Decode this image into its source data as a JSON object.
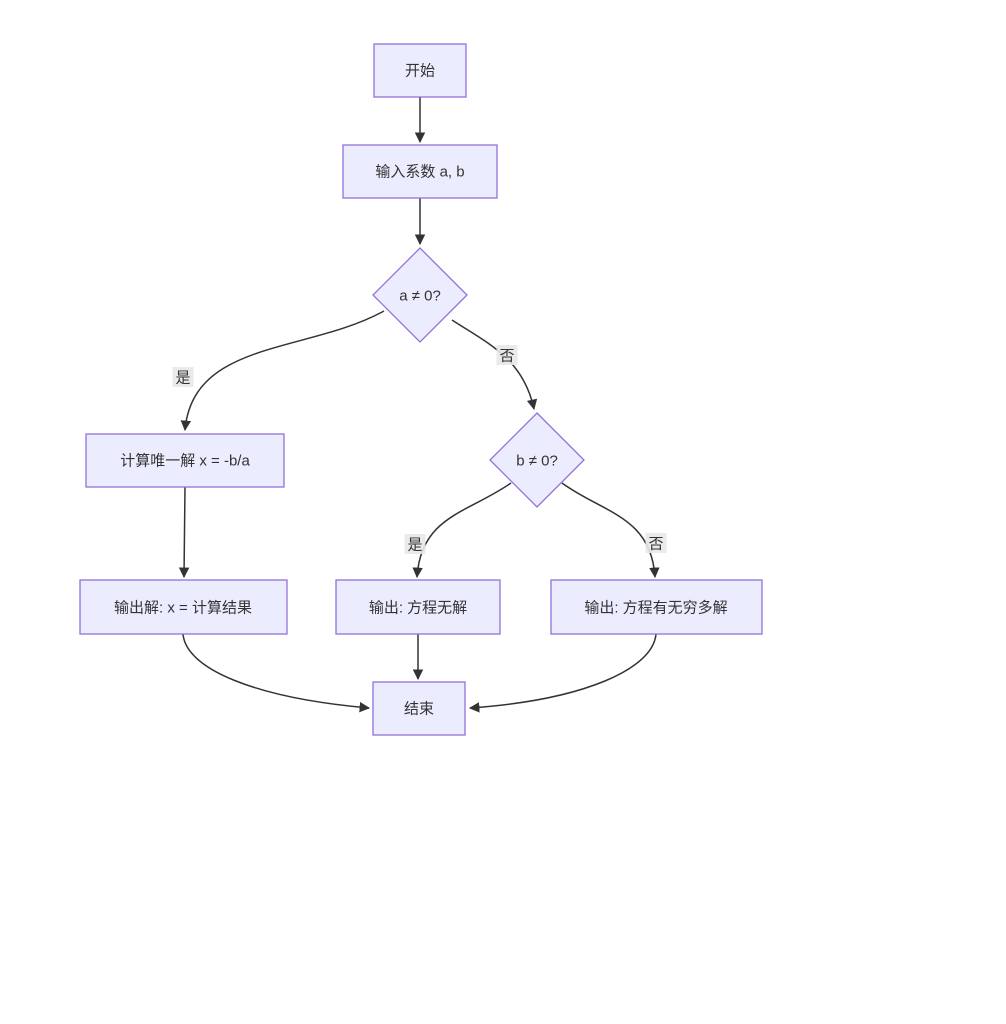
{
  "diagram": {
    "type": "flowchart",
    "direction": "top-down",
    "nodes": {
      "start": {
        "label": "开始",
        "shape": "rect"
      },
      "input": {
        "label": "输入系数 a, b",
        "shape": "rect"
      },
      "check_a": {
        "label": "a ≠ 0?",
        "shape": "diamond"
      },
      "calc_unique": {
        "label": "计算唯一解 x = -b/a",
        "shape": "rect"
      },
      "check_b": {
        "label": "b ≠ 0?",
        "shape": "diamond"
      },
      "output_solution": {
        "label": "输出解: x = 计算结果",
        "shape": "rect"
      },
      "output_no_solution": {
        "label": "输出: 方程无解",
        "shape": "rect"
      },
      "output_infinite": {
        "label": "输出: 方程有无穷多解",
        "shape": "rect"
      },
      "end": {
        "label": "结束",
        "shape": "rect"
      }
    },
    "edges": [
      {
        "from": "start",
        "to": "input",
        "label": ""
      },
      {
        "from": "input",
        "to": "check_a",
        "label": ""
      },
      {
        "from": "check_a",
        "to": "calc_unique",
        "label": "是"
      },
      {
        "from": "check_a",
        "to": "check_b",
        "label": "否"
      },
      {
        "from": "calc_unique",
        "to": "output_solution",
        "label": ""
      },
      {
        "from": "check_b",
        "to": "output_no_solution",
        "label": "是"
      },
      {
        "from": "check_b",
        "to": "output_infinite",
        "label": "否"
      },
      {
        "from": "output_solution",
        "to": "end",
        "label": ""
      },
      {
        "from": "output_no_solution",
        "to": "end",
        "label": ""
      },
      {
        "from": "output_infinite",
        "to": "end",
        "label": ""
      }
    ],
    "edge_labels": {
      "a_yes": "是",
      "a_no": "否",
      "b_yes": "是",
      "b_no": "否"
    },
    "colors": {
      "node_fill": "#ECECFF",
      "node_border": "#9370DB",
      "edge_line": "#333333",
      "text": "#333333",
      "edge_label_bg": "#E8E8E8",
      "background": "#FFFFFF"
    }
  }
}
